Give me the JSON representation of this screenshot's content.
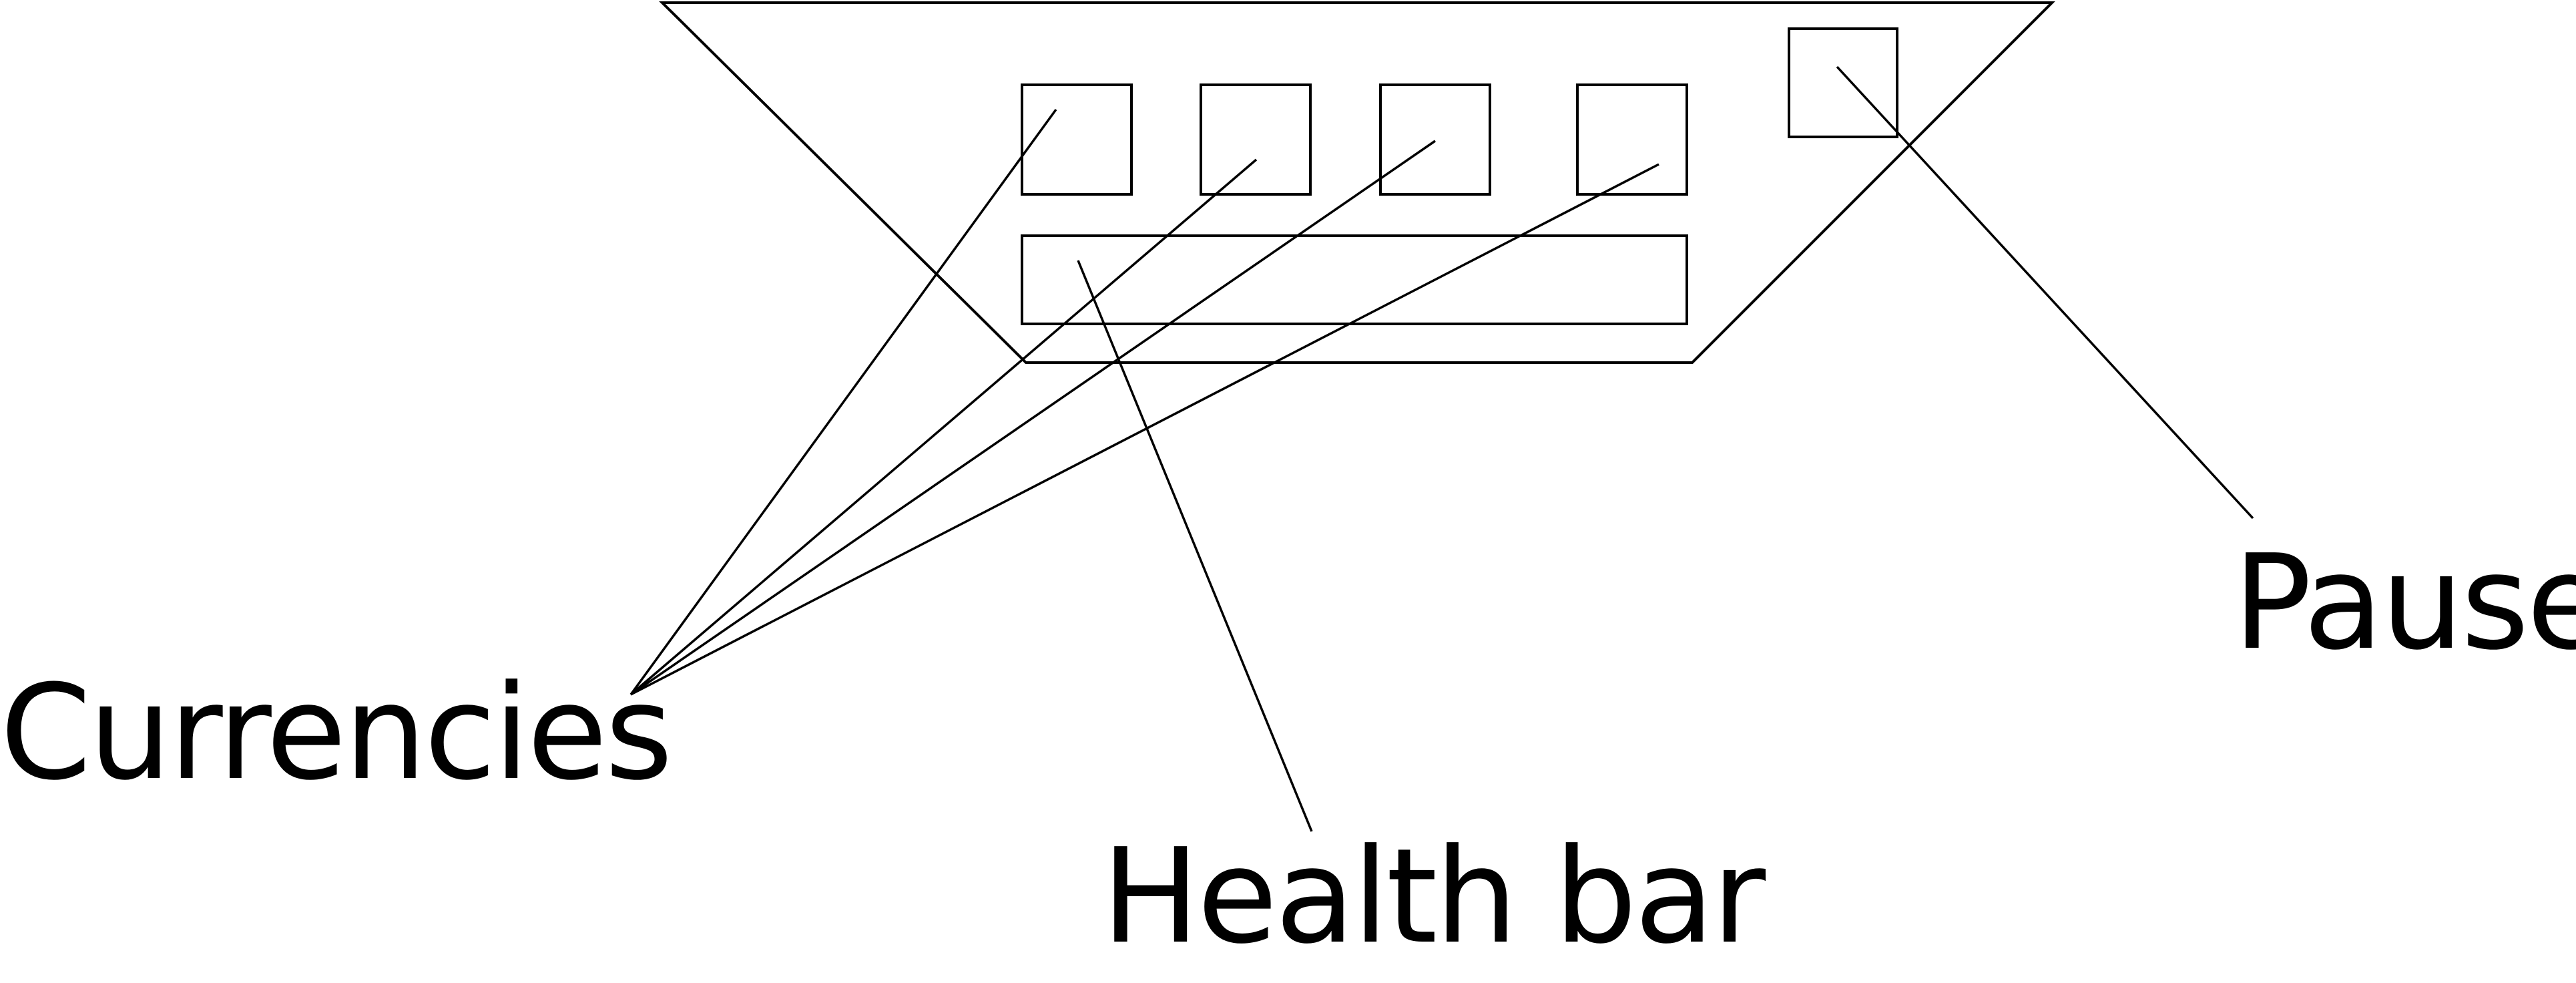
{
  "labels": {
    "currencies": "Currencies",
    "health_bar": "Health bar",
    "pause": "Pause"
  },
  "colors": {
    "line": "#000000",
    "background": "#ffffff"
  }
}
